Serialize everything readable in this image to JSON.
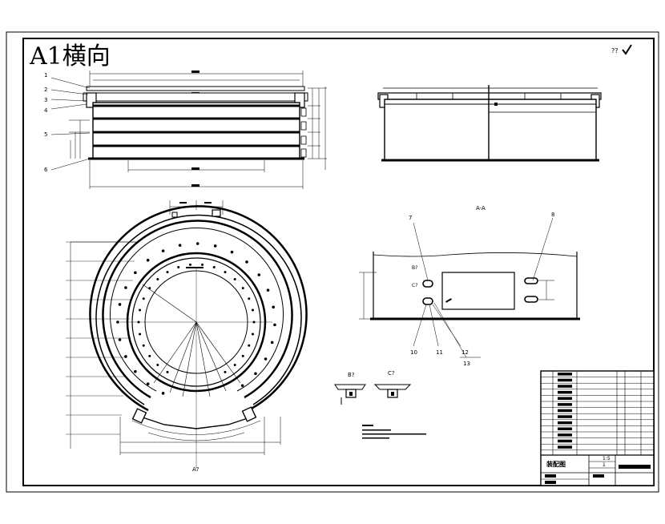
{
  "sheet_title": "A1横向",
  "roughness_mark": "??",
  "callouts": [
    "1",
    "2",
    "3",
    "4",
    "5",
    "6",
    "7",
    "8",
    "10",
    "11",
    "12",
    "13"
  ],
  "section_label": "A-A",
  "view_label": "A?",
  "detail_labels": [
    "B?",
    "C?",
    "B?",
    "C?"
  ],
  "title_block": {
    "company": "装配图",
    "scale": "1:5",
    "sheet_count": "1"
  }
}
